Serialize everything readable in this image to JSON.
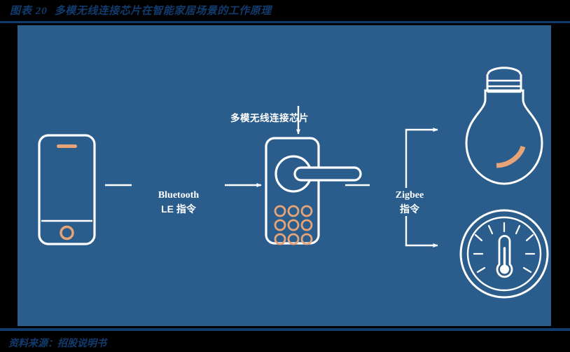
{
  "header": {
    "exhibit_number": "图表 20",
    "exhibit_title": "多模无线连接芯片在智能家居场景的工作原理",
    "rule_color": "#123B6D"
  },
  "footer": {
    "source_label": "资料来源：招股说明书"
  },
  "panel": {
    "background_color": "#2A5D8C",
    "stroke_color": "#FFFFFF",
    "accent_color": "#E8A476"
  },
  "diagram": {
    "chip_label": "多模无线连接芯片",
    "bluetooth_label_line1": "Bluetooth",
    "bluetooth_label_line2": "LE 指令",
    "zigbee_label_line1": "Zigbee",
    "zigbee_label_line2": "指令",
    "nodes": [
      {
        "id": "smartphone",
        "name": "smartphone-icon"
      },
      {
        "id": "smart-door-lock",
        "name": "smart-door-lock-icon"
      },
      {
        "id": "light-bulb",
        "name": "light-bulb-icon"
      },
      {
        "id": "thermostat",
        "name": "thermostat-icon"
      }
    ],
    "connectors": [
      {
        "id": "phone-to-lock",
        "from": "smartphone",
        "to": "smart-door-lock",
        "label": "Bluetooth LE 指令"
      },
      {
        "id": "lock-to-bulb",
        "from": "smart-door-lock",
        "to": "light-bulb",
        "label": "Zigbee 指令"
      },
      {
        "id": "lock-to-thermostat",
        "from": "smart-door-lock",
        "to": "thermostat",
        "label": "Zigbee 指令"
      },
      {
        "id": "chip-pointer",
        "from": "chip-label",
        "to": "smart-door-lock",
        "label": ""
      }
    ]
  }
}
